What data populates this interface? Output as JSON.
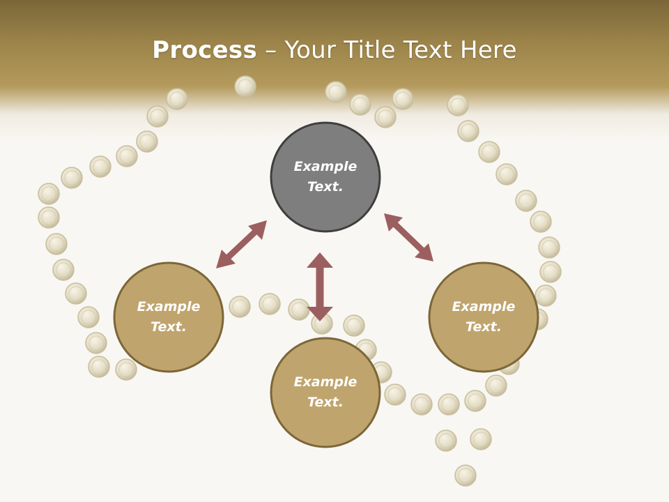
{
  "slide": {
    "title_bold": "Process",
    "title_separator": " – ",
    "title_rest": "Your Title Text Here"
  },
  "diagram": {
    "nodes": [
      {
        "id": "top",
        "line1": "Example",
        "line2": "Text.",
        "color": "#7e7e7e"
      },
      {
        "id": "left",
        "line1": "Example",
        "line2": "Text.",
        "color": "#c0a46d"
      },
      {
        "id": "bottom",
        "line1": "Example",
        "line2": "Text.",
        "color": "#c0a46d"
      },
      {
        "id": "right",
        "line1": "Example",
        "line2": "Text.",
        "color": "#c0a46d"
      }
    ],
    "arrow_color": "#9c5f5f",
    "node_border_gold": "#7b6638",
    "node_border_gray": "#3e3e3e"
  }
}
